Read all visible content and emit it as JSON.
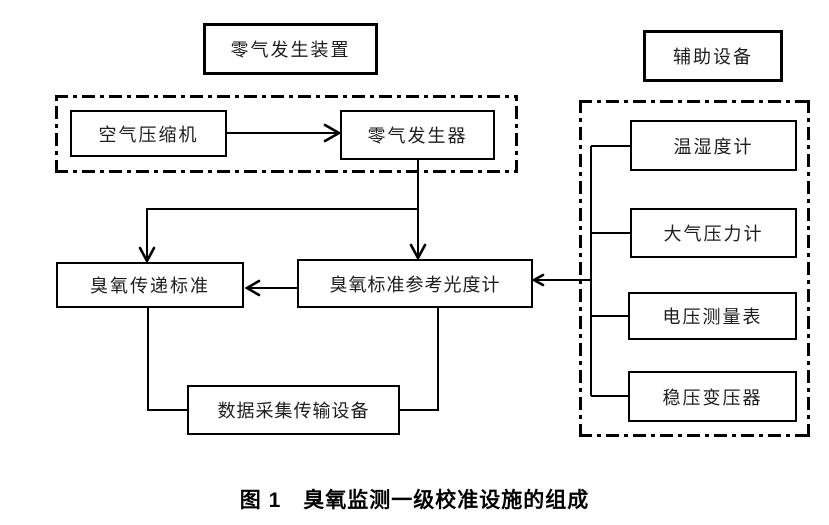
{
  "figure": {
    "caption_prefix": "图 1",
    "caption_text": "臭氧监测一级校准设施的组成"
  },
  "groups": {
    "zero_gas": {
      "title": "零气发生装置"
    },
    "auxiliary": {
      "title": "辅助设备"
    }
  },
  "nodes": {
    "air_compressor": {
      "label": "空气压缩机"
    },
    "zero_gas_generator": {
      "label": "零气发生器"
    },
    "ozone_transfer_standard": {
      "label": "臭氧传递标准"
    },
    "ozone_std_reference_photometer": {
      "label": "臭氧标准参考光度计"
    },
    "data_acquisition_transmission": {
      "label": "数据采集传输设备"
    },
    "thermo_hygrometer": {
      "label": "温湿度计"
    },
    "barometric_pressure_gauge": {
      "label": "大气压力计"
    },
    "voltage_meter": {
      "label": "电压测量表"
    },
    "voltage_stabilizing_transformer": {
      "label": "稳压变压器"
    }
  },
  "edges": [
    {
      "from": "air_compressor",
      "to": "zero_gas_generator",
      "arrow": true
    },
    {
      "from": "zero_gas_generator",
      "to": "ozone_std_reference_photometer",
      "arrow": true
    },
    {
      "from": "zero_gas_generator",
      "to": "ozone_transfer_standard",
      "arrow": true
    },
    {
      "from": "ozone_std_reference_photometer",
      "to": "ozone_transfer_standard",
      "arrow": true
    },
    {
      "from": "ozone_transfer_standard",
      "to": "data_acquisition_transmission",
      "arrow": false
    },
    {
      "from": "ozone_std_reference_photometer",
      "to": "data_acquisition_transmission",
      "arrow": false
    },
    {
      "from": "auxiliary_bus",
      "to": "ozone_std_reference_photometer",
      "arrow": true
    },
    {
      "from": "auxiliary_bus",
      "to": "thermo_hygrometer",
      "arrow": false
    },
    {
      "from": "auxiliary_bus",
      "to": "barometric_pressure_gauge",
      "arrow": false
    },
    {
      "from": "auxiliary_bus",
      "to": "voltage_meter",
      "arrow": false
    },
    {
      "from": "auxiliary_bus",
      "to": "voltage_stabilizing_transformer",
      "arrow": false
    }
  ],
  "colors": {
    "line": "#000000",
    "text": "#1d1d1d",
    "background": "#ffffff"
  }
}
